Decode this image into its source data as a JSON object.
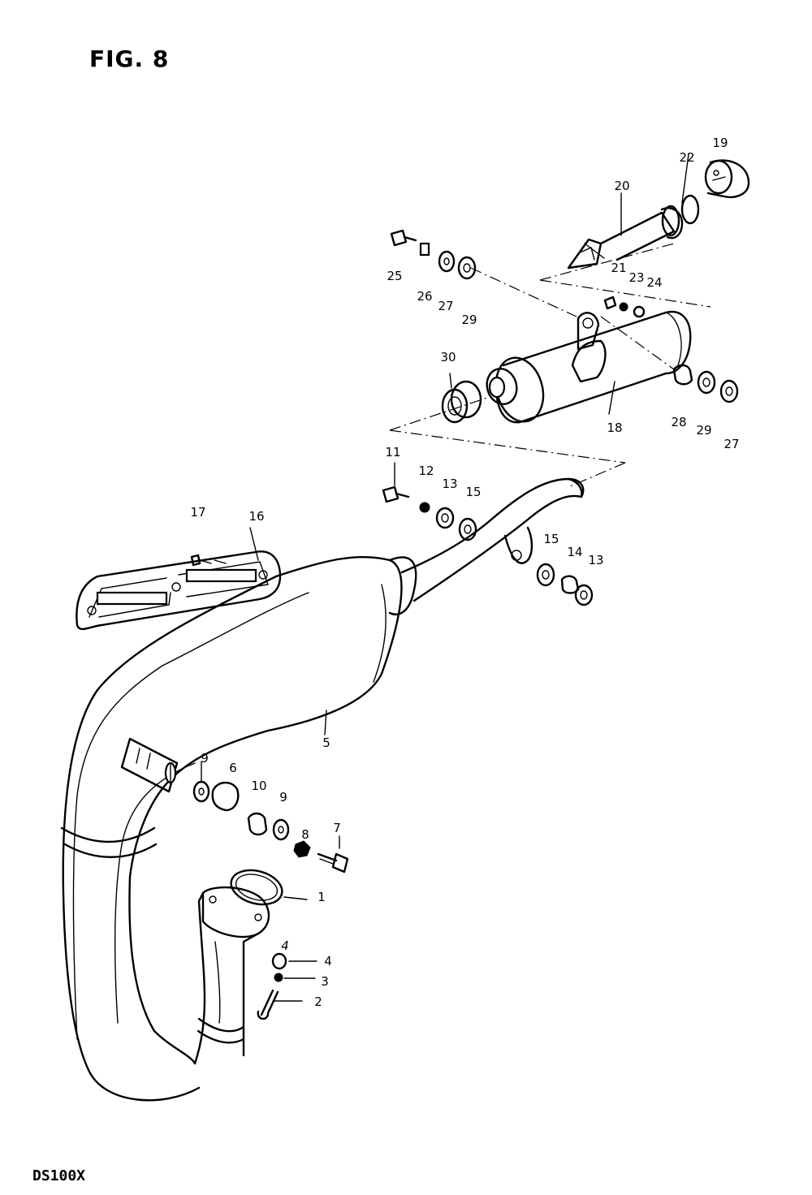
{
  "figure": {
    "title": "FIG. 8",
    "model": "DS100X"
  },
  "part_labels": {
    "p1": "1",
    "p2": "2",
    "p3": "3",
    "p4": "4",
    "p4b": "4",
    "p5": "5",
    "p6": "6",
    "p7": "7",
    "p8": "8",
    "p9a": "9",
    "p9b": "9",
    "p10": "10",
    "p11": "11",
    "p12": "12",
    "p13a": "13",
    "p13b": "13",
    "p14": "14",
    "p15a": "15",
    "p15b": "15",
    "p16": "16",
    "p17": "17",
    "p18": "18",
    "p19": "19",
    "p20": "20",
    "p21": "21",
    "p22": "22",
    "p23": "23",
    "p24": "24",
    "p25": "25",
    "p26": "26",
    "p27a": "27",
    "p27b": "27",
    "p28": "28",
    "p29a": "29",
    "p29b": "29",
    "p30": "30"
  }
}
